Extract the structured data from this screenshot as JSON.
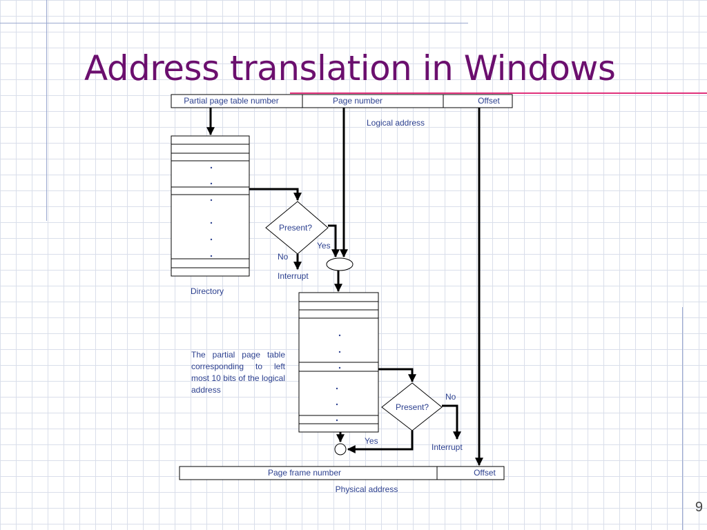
{
  "slide": {
    "title": "Address translation in Windows",
    "page_number": "9"
  },
  "logical_address": {
    "fields": [
      "Partial page table number",
      "Page number",
      "Offset"
    ],
    "caption": "Logical address"
  },
  "physical_address": {
    "fields": [
      "Page frame number",
      "Offset"
    ],
    "caption": "Physical address"
  },
  "directory": {
    "label": "Directory",
    "decision": "Present?",
    "yes": "Yes",
    "no": "No",
    "no_result": "Interrupt"
  },
  "page_table": {
    "caption": "The partial page table corresponding to left most 10 bits of the logical address",
    "decision": "Present?",
    "yes": "Yes",
    "no": "No",
    "no_result": "Interrupt"
  },
  "colors": {
    "title": "#6b0f6e",
    "label": "#2b3f8e",
    "accent_line": "#e0307a",
    "grid": "#d9deea"
  }
}
